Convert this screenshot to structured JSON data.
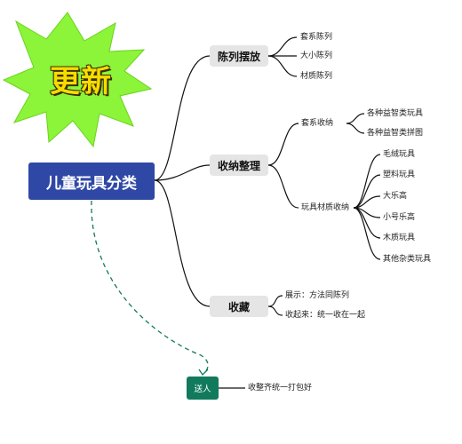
{
  "badge": {
    "text": "更新",
    "fill": "#8cf53a",
    "text_color": "#f6dc00"
  },
  "root": {
    "label": "儿童玩具分类",
    "color": "#2f48a6"
  },
  "branches": [
    {
      "label": "陈列摆放",
      "children": [
        "套系陈列",
        "大小陈列",
        "材质陈列"
      ]
    },
    {
      "label": "收纳整理",
      "groups": [
        {
          "label": "套系收纳",
          "children": [
            "各种益智类玩具",
            "各种益智类拼图"
          ]
        },
        {
          "label": "玩具材质收纳",
          "children": [
            "毛绒玩具",
            "塑料玩具",
            "大乐高",
            "小号乐高",
            "木质玩具",
            "其他杂类玩具"
          ]
        }
      ]
    },
    {
      "label": "收藏",
      "children": [
        "展示：方法同陈列",
        "收起来：统一收在一起"
      ]
    }
  ],
  "gift": {
    "label": "送人",
    "note": "收整齐统一打包好",
    "color": "#117a5c"
  }
}
